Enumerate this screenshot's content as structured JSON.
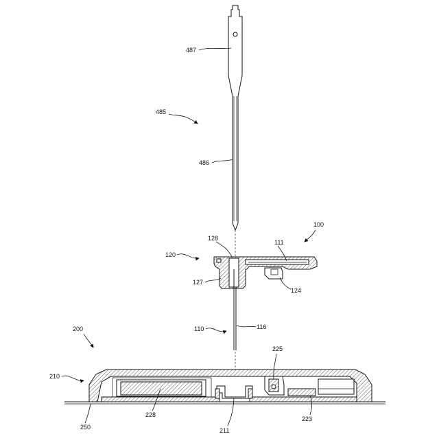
{
  "labels": {
    "l487": "487",
    "l485": "485",
    "l486": "486",
    "l100": "100",
    "l128": "128",
    "l111": "111",
    "l120": "120",
    "l127": "127",
    "l124": "124",
    "l110": "110",
    "l116": "116",
    "l200": "200",
    "l225": "225",
    "l210": "210",
    "l250": "250",
    "l228": "228",
    "l211": "211",
    "l223": "223"
  },
  "colors": {
    "ink": "#111111",
    "paper": "#ffffff"
  }
}
